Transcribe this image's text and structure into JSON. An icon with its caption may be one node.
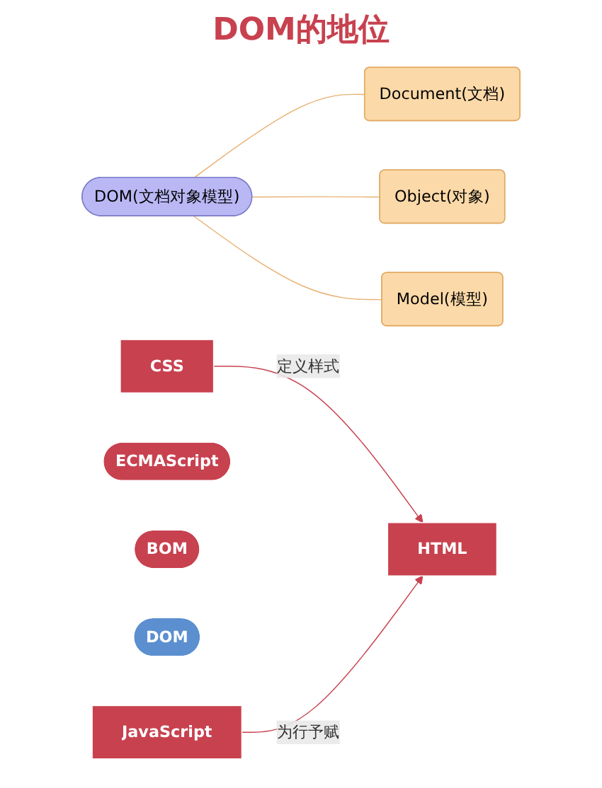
{
  "diagram": {
    "nodes": [
      {
        "text": [
          "DOM(文档对象模型)"
        ]
      },
      {
        "text": [
          "Document(文档)"
        ]
      },
      {
        "text": [
          "Object(对象)"
        ]
      },
      {
        "text": [
          "Model(模型)"
        ]
      },
      {
        "text": [
          "JavaScript"
        ]
      },
      {
        "text": [
          "ECMAScript"
        ]
      },
      {
        "text": [
          "BOM"
        ]
      },
      {
        "text": [
          "DOM"
        ]
      },
      {
        "text": [
          "CSS"
        ]
      },
      {
        "text": [
          "HTML"
        ]
      }
    ],
    "edges": [
      {
        "from": 0,
        "to": 1,
        "arrow": "none"
      },
      {
        "from": 0,
        "to": 2,
        "arrow": "none"
      },
      {
        "from": 0,
        "to": 3,
        "arrow": "none"
      },
      {
        "from": 8,
        "to": 9,
        "arrow": "to",
        "label": "定义样式",
        "color": "#c8414f"
      },
      {
        "from": 4,
        "to": 9,
        "arrow": "to",
        "label": "为行予赋",
        "color": "#c8414f"
      }
    ],
    "labels": [
      "DOM的地位"
    ]
  }
}
